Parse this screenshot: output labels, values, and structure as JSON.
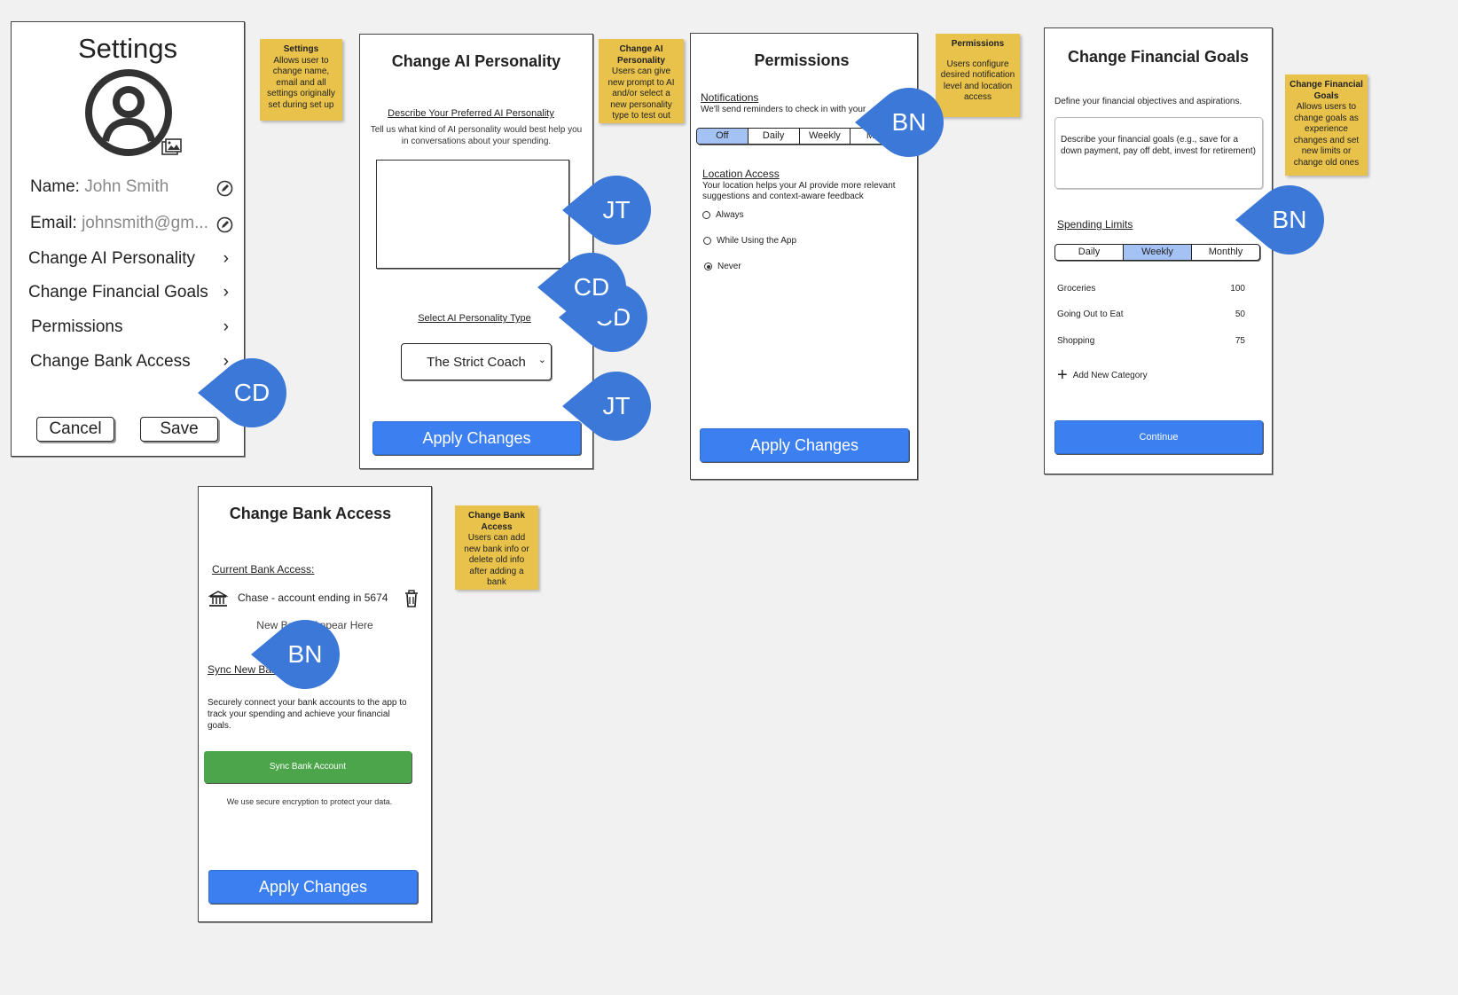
{
  "settings": {
    "title": "Settings",
    "name_label": "Name:",
    "name_value": "John Smith",
    "email_label": "Email:",
    "email_value": "johnsmith@gm...",
    "menu": [
      "Change AI Personality",
      "Change Financial Goals",
      "Permissions",
      "Change Bank Access"
    ],
    "cancel": "Cancel",
    "save": "Save"
  },
  "notes": {
    "settings": {
      "title": "Settings",
      "body": "Allows user to change name, email and all settings originally set during set up"
    },
    "ai": {
      "title": "Change AI Personality",
      "body": "Users can give new prompt to AI and/or select a new personality type to test out"
    },
    "permissions": {
      "title": "Permissions",
      "body": "Users configure desired notification level and location access"
    },
    "goals": {
      "title": "Change Financial Goals",
      "body": "Allows users to change goals as experience changes and set new limits or change old ones"
    },
    "bank": {
      "title": "Change Bank Access",
      "body": "Users can add new bank info or delete old info after adding a bank"
    }
  },
  "ai": {
    "title": "Change AI Personality",
    "describe_label": "Describe Your Preferred AI Personality",
    "describe_help": "Tell us what kind of AI personality would best help you in conversations about your spending.",
    "select_label": "Select AI Personality Type",
    "select_value": "The Strict Coach",
    "apply": "Apply Changes"
  },
  "permissions": {
    "title": "Permissions",
    "notif_label": "Notifications",
    "notif_help": "We'll send reminders to check in with your",
    "notif_options": [
      "Off",
      "Daily",
      "Weekly",
      "Mon"
    ],
    "location_label": "Location Access",
    "location_help": "Your location helps your AI provide more relevant suggestions and context-aware feedback",
    "location_options": [
      "Always",
      "While Using the App",
      "Never"
    ],
    "apply": "Apply Changes"
  },
  "goals": {
    "title": "Change Financial Goals",
    "subtitle": "Define your financial objectives and aspirations.",
    "placeholder": "Describe your financial goals (e.g., save for a down payment, pay off debt, invest for retirement)",
    "limits_label": "Spending Limits",
    "periods": [
      "Daily",
      "Weekly",
      "Monthly"
    ],
    "categories": [
      {
        "name": "Groceries",
        "amount": "100"
      },
      {
        "name": "Going Out to Eat",
        "amount": "50"
      },
      {
        "name": "Shopping",
        "amount": "75"
      }
    ],
    "add_category": "Add New Category",
    "continue": "Continue"
  },
  "bank": {
    "title": "Change Bank Access",
    "current_label": "Current Bank Access:",
    "account": "Chase - account ending in 5674",
    "new_banks": "New Banks Appear Here",
    "sync_label": "Sync New Banks",
    "sync_help": "Securely connect your bank accounts to the app to track your spending and achieve your financial goals.",
    "sync_button": "Sync Bank Account",
    "encryption": "We use secure encryption to protect your data.",
    "apply": "Apply Changes"
  },
  "pins": {
    "p1": "JT",
    "p2": "CD",
    "p3": "CD",
    "p4": "JT",
    "p5": "CD",
    "p6": "BN",
    "p7": "BN",
    "p8": "BN"
  },
  "colors": {
    "accent": "#3b7ff0",
    "green": "#4ca54a",
    "sticky": "#e8c24a",
    "pin": "#3c78d8",
    "selected": "#a4c2f4"
  }
}
